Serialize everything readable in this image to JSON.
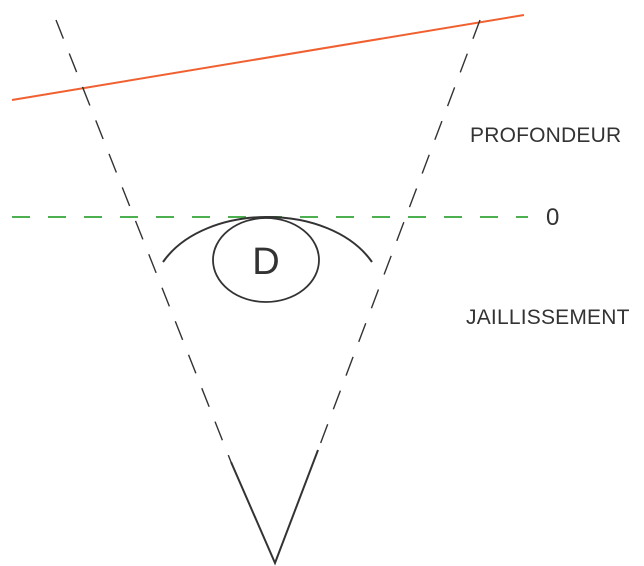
{
  "labels": {
    "depth": "PROFONDEUR",
    "zero": "0",
    "popout": "JAILLISSEMENT",
    "viewer": "D"
  },
  "colors": {
    "background": "#ffffff",
    "line": "#333333",
    "screen_plane": "#4caf50",
    "far_plane": "#f06030"
  }
}
